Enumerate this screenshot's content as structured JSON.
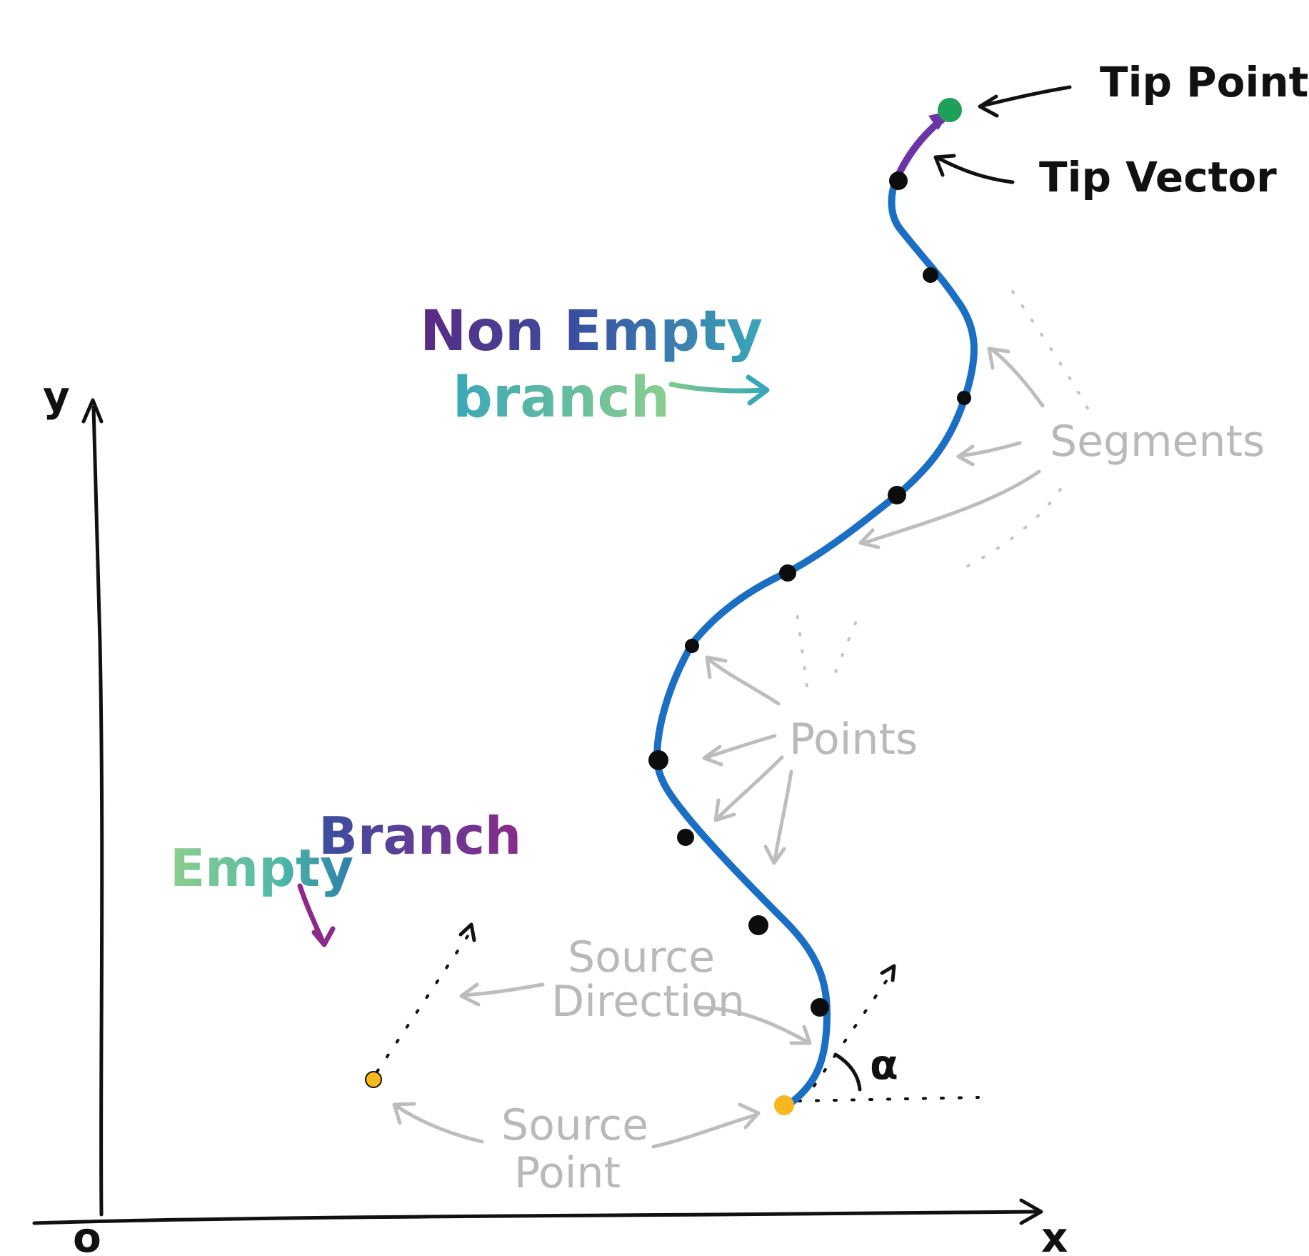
{
  "labels": {
    "tip_point": "Tip Point",
    "tip_vector": "Tip Vector",
    "non_empty_line1": "Non Empty",
    "non_empty_line2": "branch",
    "segments": "Segments",
    "points": "Points",
    "empty_word1": "Empty",
    "empty_word2": "Branch",
    "source_direction_line1": "Source",
    "source_direction_line2": "Direction",
    "source_point_line1": "Source",
    "source_point_line2": "Point",
    "alpha": "α",
    "axis_x": "x",
    "axis_y": "y",
    "origin": "o"
  },
  "colors": {
    "branch": "#1a6fc4",
    "tip_point": "#1fa05a",
    "tip_vector": "#6b35a8",
    "source_point": "#f6b81e",
    "node": "#0d0d0d",
    "annotation": "#bdbdbd",
    "ink": "#111111"
  }
}
